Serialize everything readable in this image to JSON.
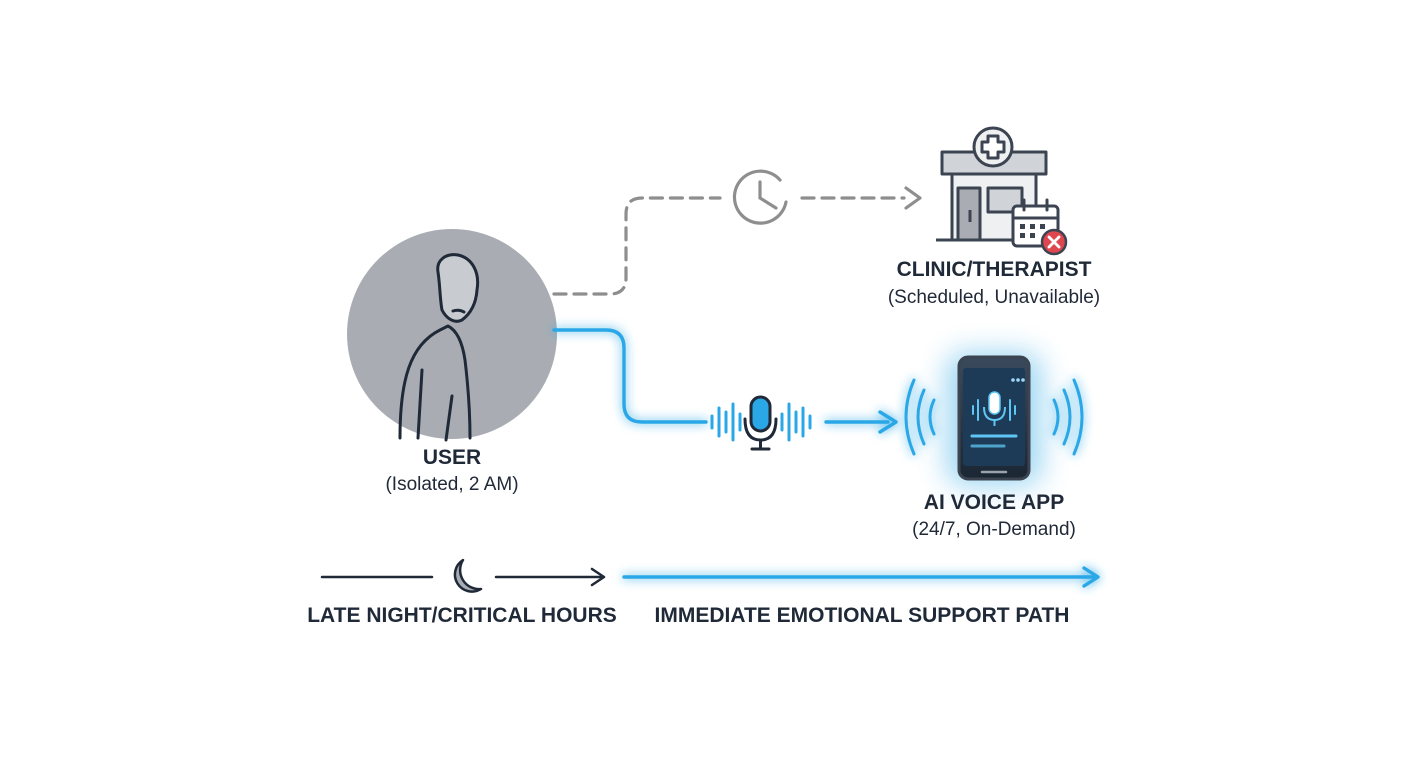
{
  "nodes": {
    "user": {
      "title": "USER",
      "subtitle": "(Isolated, 2 AM)"
    },
    "clinic": {
      "title": "CLINIC/THERAPIST",
      "subtitle": "(Scheduled, Unavailable)"
    },
    "ai_app": {
      "title": "AI VOICE APP",
      "subtitle": "(24/7, On-Demand)"
    }
  },
  "timeline": {
    "left_caption": "LATE NIGHT/CRITICAL HOURS",
    "right_caption": "IMMEDIATE EMOTIONAL SUPPORT PATH"
  },
  "colors": {
    "accent_blue": "#2aa7e6",
    "gray_path": "#8e8e8e",
    "dark": "#1f2937",
    "circle": "#a9adb3",
    "error_red": "#e0464f"
  },
  "icons": [
    "person-icon",
    "clock-icon",
    "clinic-icon",
    "calendar-x-icon",
    "microphone-icon",
    "phone-icon",
    "moon-icon"
  ]
}
